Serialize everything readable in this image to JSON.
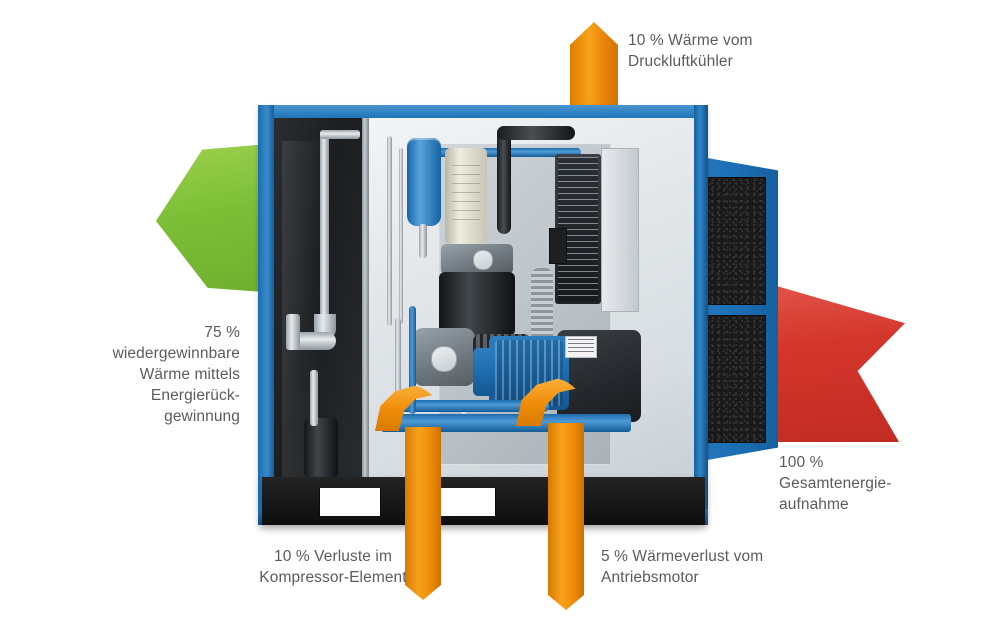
{
  "diagram": {
    "title": "Energy flow diagram of a screw compressor",
    "subject": "screw-compressor-cutaway",
    "background_color": "#ffffff"
  },
  "colors": {
    "orange": "#F29100",
    "green": "#76BC37",
    "red": "#D3332B",
    "machine_blue": "#1B6FB5",
    "base_dark": "#181818",
    "text_grey": "#5B5B5B"
  },
  "callouts": [
    {
      "id": "cooler-heat",
      "percent": "10 %",
      "text": "10 % Wärme vom\nDruckluftkühler",
      "arrow": {
        "name": "orange-arrow-up-cooler",
        "color": "#F29100",
        "direction": "up"
      }
    },
    {
      "id": "recoverable-heat",
      "percent": "75 %",
      "text": "75 %\nwiedergewinnbare\nWärme mittels\nEnergierück-\ngewinnung",
      "arrow": {
        "name": "green-arrow-left-recovery",
        "color": "#76BC37",
        "direction": "left"
      }
    },
    {
      "id": "total-energy-input",
      "percent": "100 %",
      "text": "100 %\nGesamtenergie-\naufnahme",
      "arrow": {
        "name": "red-arrow-right-total-energy",
        "color": "#D3332B",
        "direction": "right"
      }
    },
    {
      "id": "compressor-element-loss",
      "percent": "10 %",
      "text": "10 % Verluste im\nKompressor-Element",
      "arrow": {
        "name": "orange-arrow-down-element",
        "color": "#F29100",
        "direction": "down"
      }
    },
    {
      "id": "motor-heat-loss",
      "percent": "5 %",
      "text": "5 % Wärmeverlust vom\nAntriebsmotor",
      "arrow": {
        "name": "orange-arrow-down-motor",
        "color": "#F29100",
        "direction": "down"
      }
    }
  ],
  "machine": {
    "name": "screw-compressor",
    "parts": [
      "blue-frame",
      "left-dark-cabinet",
      "oil-separator-vessel",
      "oil-filter",
      "air-cooler",
      "compressor-element",
      "drive-motor",
      "intake-filter-door",
      "pallet-base"
    ]
  }
}
